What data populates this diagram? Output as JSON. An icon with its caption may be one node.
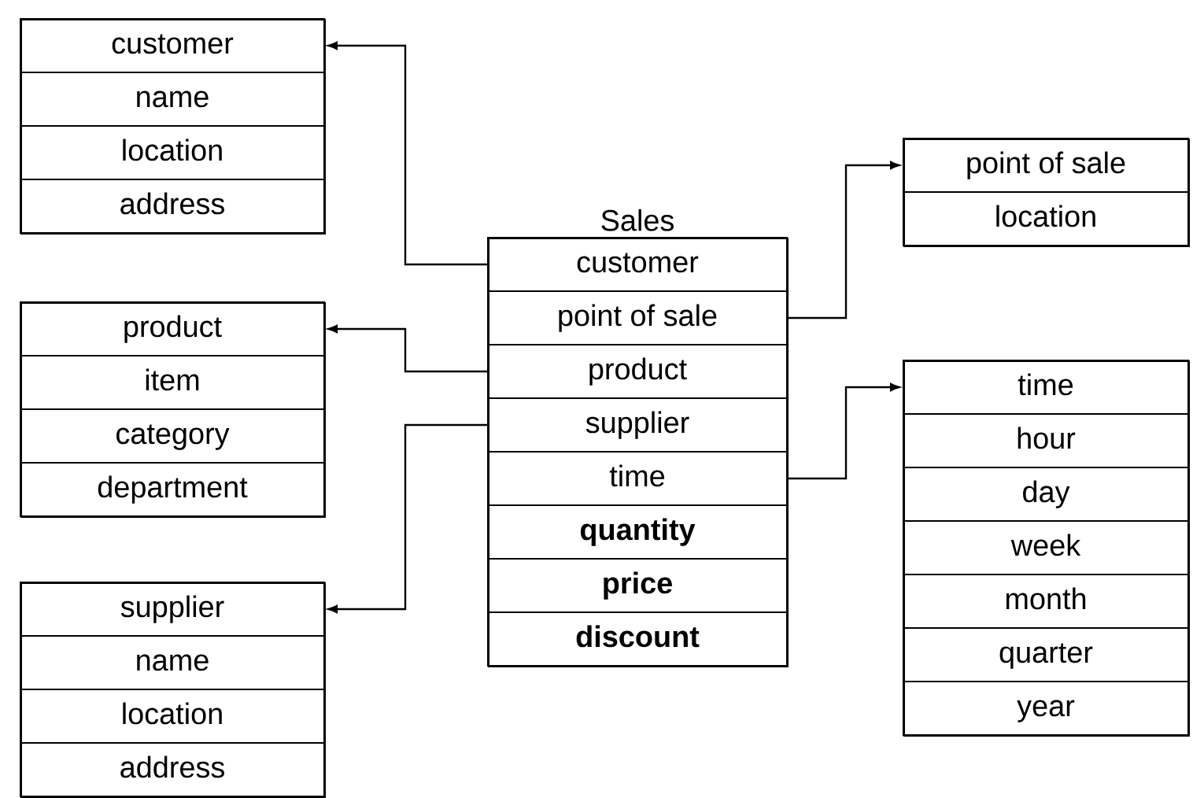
{
  "diagram": {
    "nodes": [
      {
        "text": [],
        "shape": "box"
      },
      {
        "text": [
          "customer"
        ],
        "in": 0
      },
      {
        "text": [
          "name"
        ],
        "in": 0
      },
      {
        "text": [
          "location"
        ],
        "in": 0
      },
      {
        "text": [
          "address"
        ],
        "in": 0
      },
      {
        "text": [],
        "shape": "box"
      },
      {
        "text": [
          "point of sale"
        ],
        "in": 5
      },
      {
        "text": [
          "location"
        ],
        "in": 5
      },
      {
        "text": [
          "Sales"
        ]
      },
      {
        "text": [
          "customer"
        ],
        "in": 8
      },
      {
        "text": [
          "point of sale"
        ],
        "in": 8
      },
      {
        "text": [
          "product"
        ],
        "in": 8
      },
      {
        "text": [
          "supplier"
        ],
        "in": 8
      },
      {
        "text": [
          "time"
        ],
        "in": 8
      },
      {
        "text": [
          "**quantity**"
        ],
        "in": 8
      },
      {
        "text": [
          "**price**"
        ],
        "in": 8
      },
      {
        "text": [
          "**discount**"
        ],
        "in": 8
      },
      {
        "text": [],
        "shape": "box"
      },
      {
        "text": [
          "product"
        ],
        "in": 17
      },
      {
        "text": [
          "item"
        ],
        "in": 17
      },
      {
        "text": [
          "category"
        ],
        "in": 17
      },
      {
        "text": [
          "department"
        ],
        "in": 17
      },
      {
        "text": [],
        "shape": "box"
      },
      {
        "text": [
          "time"
        ],
        "in": 22
      },
      {
        "text": [
          "hour"
        ],
        "in": 22
      },
      {
        "text": [
          "day"
        ],
        "in": 22
      },
      {
        "text": [
          "week"
        ],
        "in": 22
      },
      {
        "text": [
          "month"
        ],
        "in": 22
      },
      {
        "text": [
          "quarter"
        ],
        "in": 22
      },
      {
        "text": [
          "year"
        ],
        "in": 22
      },
      {
        "text": [],
        "shape": "box"
      },
      {
        "text": [
          "supplier"
        ],
        "in": 30
      },
      {
        "text": [
          "name"
        ],
        "in": 30
      },
      {
        "text": [
          "location"
        ],
        "in": 30
      },
      {
        "text": [
          "address"
        ],
        "in": 30
      }
    ],
    "edges": [
      {
        "from": 9,
        "to": 1,
        "arrow": "to"
      },
      {
        "from": 10,
        "to": 6,
        "arrow": "to"
      },
      {
        "from": 11,
        "to": 18,
        "arrow": "to"
      },
      {
        "from": 12,
        "to": 31,
        "arrow": "to"
      },
      {
        "from": 13,
        "to": 23,
        "arrow": "to"
      }
    ]
  }
}
